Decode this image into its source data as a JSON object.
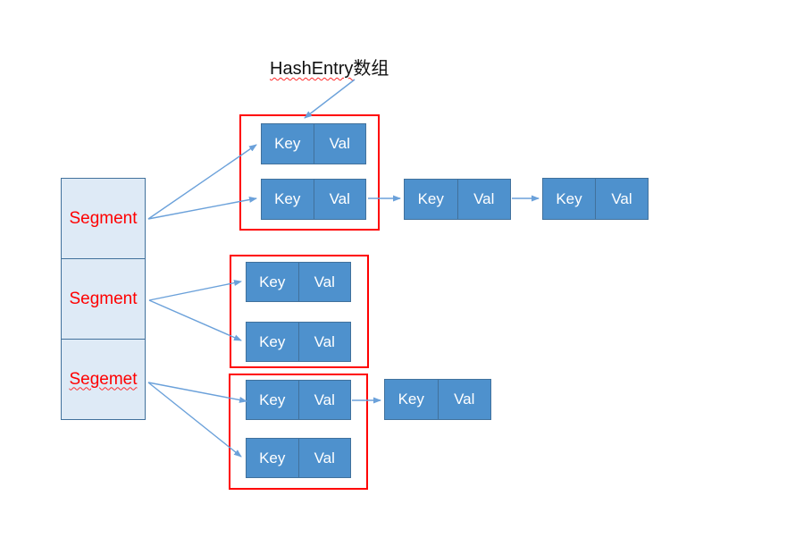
{
  "title": {
    "underlined_part": "HashEntry",
    "normal_part": "数组"
  },
  "entry_labels": {
    "key": "Key",
    "val": "Val"
  },
  "segments": [
    {
      "label": "Segment"
    },
    {
      "label": "Segment"
    },
    {
      "label": "Segemet"
    }
  ],
  "colors": {
    "entry_fill": "#4E91CD",
    "entry_border": "#41719C",
    "segment_fill": "#DEEAF6",
    "segment_border": "#41719C",
    "segment_text": "#FF0000",
    "group_border": "#FF0000",
    "arrow": "#6BA1DA",
    "title_text": "#111111",
    "entry_text": "#FFFFFF"
  }
}
